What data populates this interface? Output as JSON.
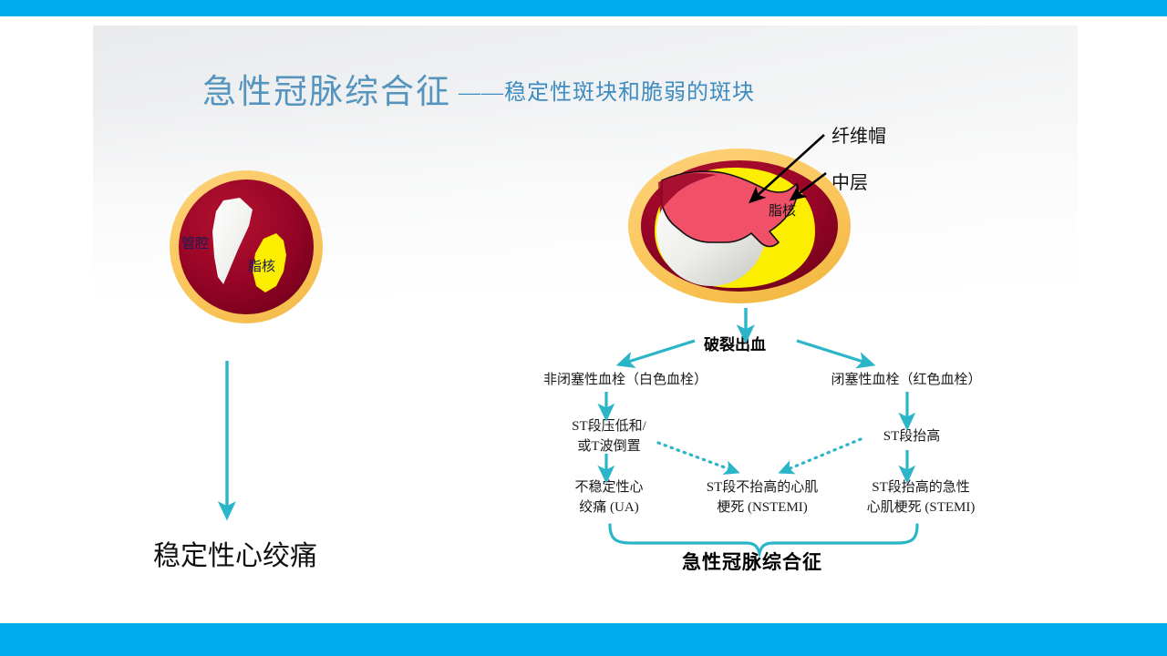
{
  "slide": {
    "title_main": "急性冠脉综合征",
    "title_sub": "——稳定性斑块和脆弱的斑块",
    "accent_bar_color": "#00ACEC",
    "title_color": "#5594BE",
    "arrow_color": "#2BB5C8"
  },
  "left_diagram": {
    "name": "stable-plaque",
    "lumen_label": "管腔",
    "lipid_core_label": "脂核",
    "outcome_label": "稳定性心绞痛",
    "colors": {
      "outer_ring": "#FBCB68",
      "vessel_wall": "#8E0022",
      "lumen": "#F2F2F0",
      "lipid_core": "#FBEE00"
    }
  },
  "right_diagram": {
    "name": "vulnerable-plaque",
    "fibrous_cap_label": "纤维帽",
    "media_label": "中层",
    "lipid_core_label": "脂核",
    "colors": {
      "outer_ring": "#FBCB68",
      "vessel_wall": "#8E0022",
      "lumen": "#E8E8E6",
      "lipid_core": "#FBEE00",
      "thrombus": "#F05168"
    }
  },
  "flow": {
    "rupture": "破裂出血",
    "branch_left": "非闭塞性血栓（白色血栓）",
    "branch_right": "闭塞性血栓（红色血栓）",
    "ecg_left": "ST段压低和/\n或T波倒置",
    "ecg_right": "ST段抬高",
    "outcome_ua": "不稳定性心\n绞痛 (UA)",
    "outcome_nstemi": "ST段不抬高的心肌\n梗死 (NSTEMI)",
    "outcome_stemi": "ST段抬高的急性\n心肌梗死 (STEMI)",
    "summary": "急性冠脉综合征"
  }
}
